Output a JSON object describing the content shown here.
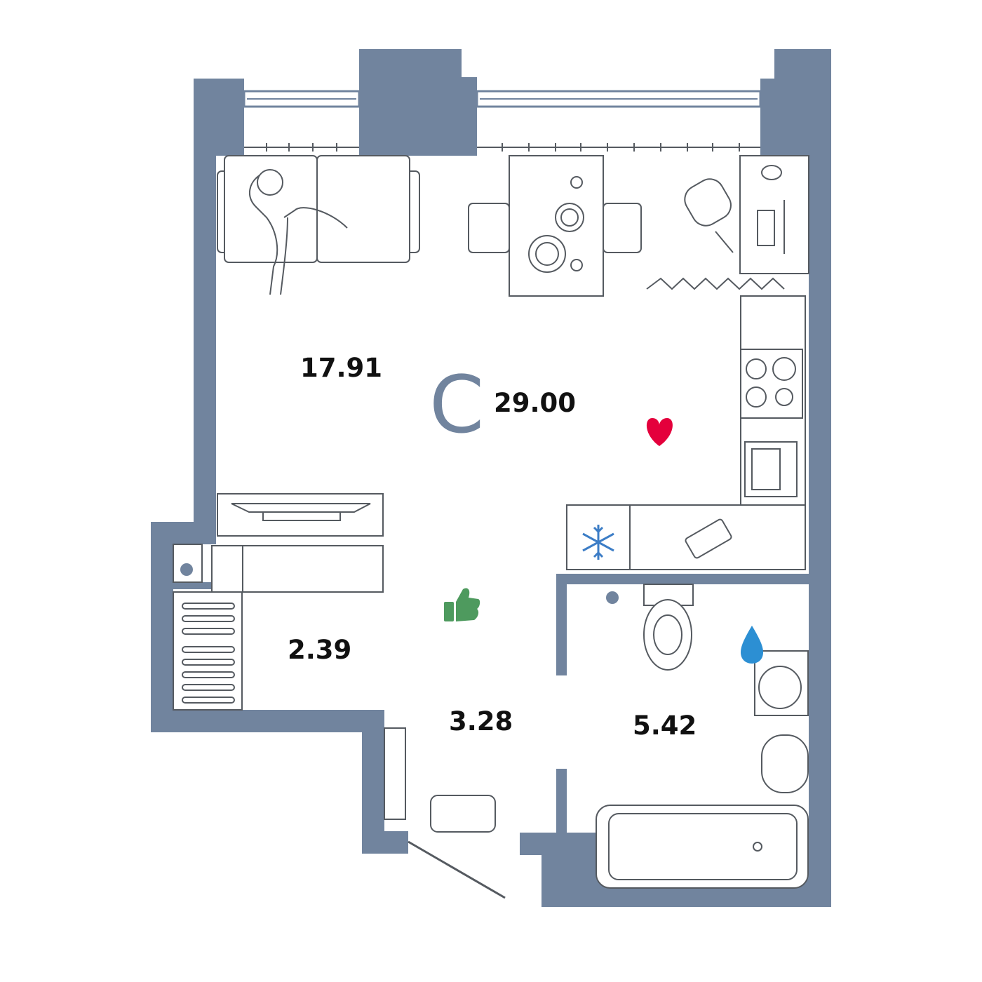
{
  "apartment": {
    "type_letter": "С",
    "total_area": "29.00"
  },
  "rooms": {
    "living": "17.91",
    "wardrobe": "2.39",
    "hallway": "3.28",
    "bathroom": "5.42"
  },
  "colors": {
    "wall": "#71849e",
    "heart": "#e4003c",
    "snowflake": "#3c7dc6",
    "thumb": "#4e9a5e",
    "water": "#2c8fd3",
    "type_letter": "#71849e"
  },
  "icons": [
    "heart-icon",
    "snowflake-icon",
    "thumbs-up-icon",
    "water-drop-icon"
  ]
}
